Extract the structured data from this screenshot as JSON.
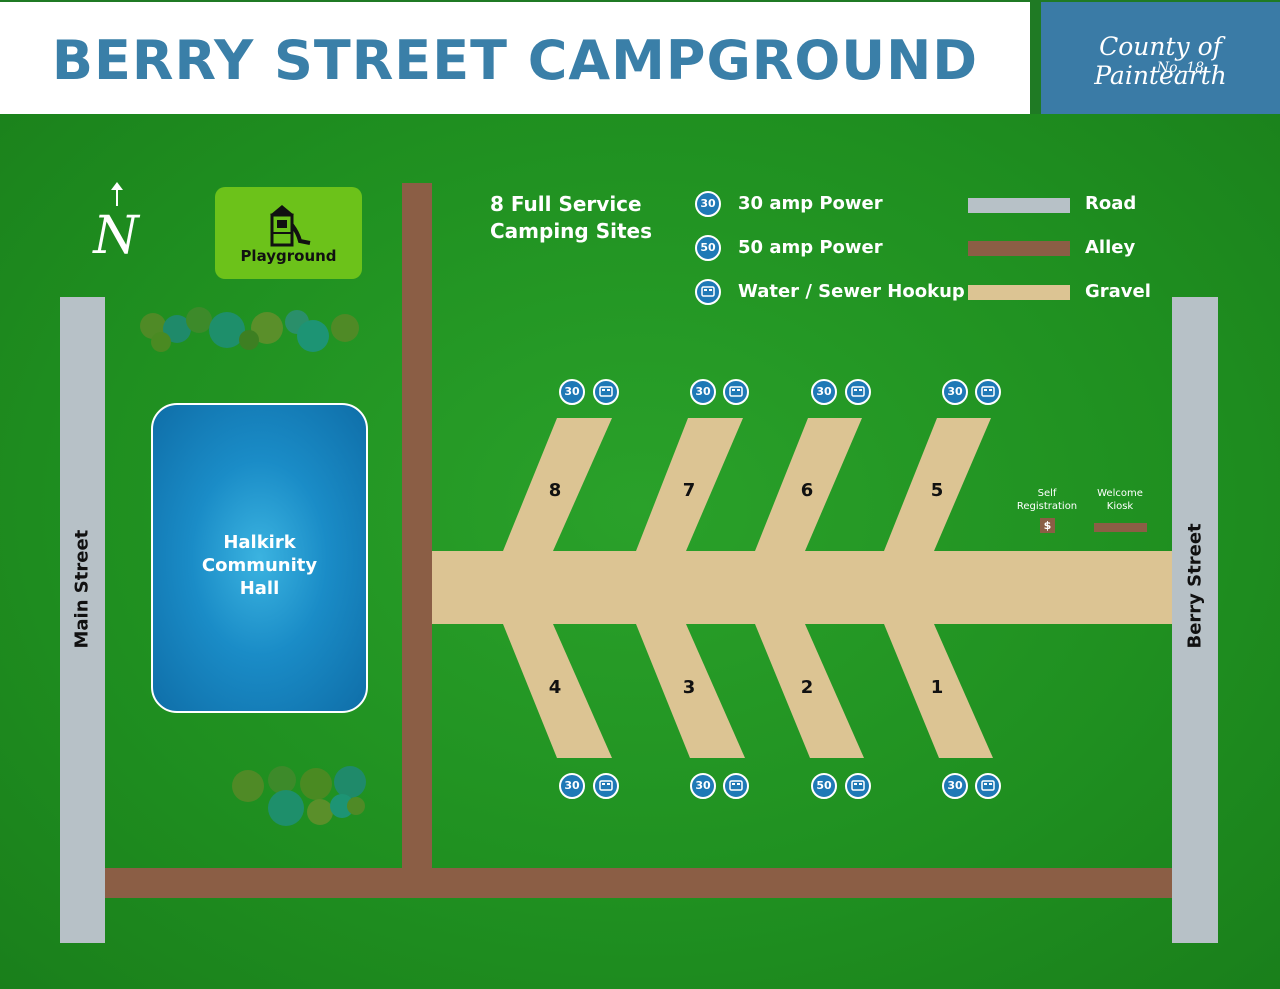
{
  "header": {
    "title": "BERRY STREET CAMPGROUND",
    "logo_line1": "County of Paintearth",
    "logo_line2": "No. 18"
  },
  "map": {
    "compass_letter": "N",
    "playground_label": "Playground",
    "hall_label": "Halkirk\nCommunity\nHall",
    "streets": {
      "west": "Main Street",
      "east": "Berry Street"
    },
    "info_heading_line1": "8 Full Service",
    "info_heading_line2": "Camping Sites",
    "self_registration": "Self\nRegistration",
    "self_registration_symbol": "$",
    "welcome_kiosk": "Welcome\nKiosk"
  },
  "legend": {
    "power30": {
      "badge": "30",
      "label": "30 amp Power"
    },
    "power50": {
      "badge": "50",
      "label": "50 amp Power"
    },
    "hookup": {
      "label": "Water / Sewer Hookup",
      "icon": "rv-hookup-icon"
    },
    "road": "Road",
    "alley": "Alley",
    "gravel": "Gravel"
  },
  "sites": [
    {
      "number": "8",
      "power": "30"
    },
    {
      "number": "7",
      "power": "30"
    },
    {
      "number": "6",
      "power": "30"
    },
    {
      "number": "5",
      "power": "30"
    },
    {
      "number": "4",
      "power": "30"
    },
    {
      "number": "3",
      "power": "30"
    },
    {
      "number": "2",
      "power": "50"
    },
    {
      "number": "1",
      "power": "30"
    }
  ],
  "colors": {
    "grass": "#1f8f20",
    "road": "#b7c1c7",
    "alley": "#8b5e45",
    "gravel": "#dcc493",
    "badge": "#1f79b6",
    "title": "#3a7fa8",
    "logo_bg": "#3a7ba6",
    "playground": "#6cc21a",
    "hall": "#1a8cc7"
  }
}
